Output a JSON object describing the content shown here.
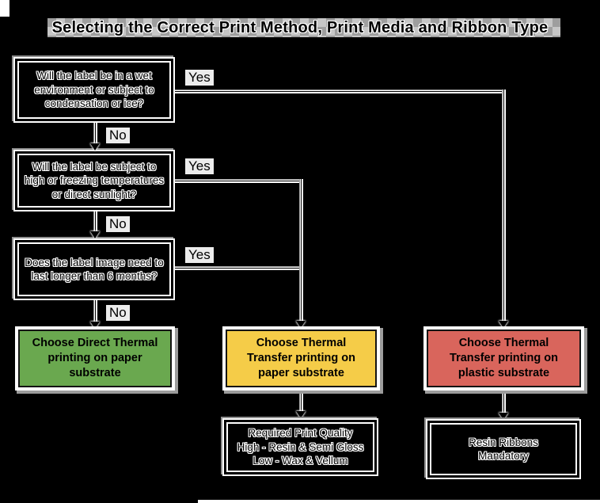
{
  "title": "Selecting the Correct Print Method, Print Media and Ribbon Type",
  "decisions": [
    {
      "question": "Will the label be in a wet environment or subject to condensation or ice?",
      "yes_label": "Yes",
      "no_label": "No"
    },
    {
      "question": "Will the label be subject to high or freezing temperatures or direct sunlight?",
      "yes_label": "Yes",
      "no_label": "No"
    },
    {
      "question": "Does the label image need to last longer than 6 months?",
      "yes_label": "Yes",
      "no_label": "No"
    }
  ],
  "outcomes": [
    {
      "label": "Choose Direct Thermal printing on paper substrate",
      "color": "#6aa84f"
    },
    {
      "label": "Choose Thermal Transfer printing on paper substrate",
      "color": "#f5cc48"
    },
    {
      "label": "Choose Thermal Transfer printing on plastic substrate",
      "color": "#d9655c"
    }
  ],
  "notes": [
    {
      "lines": [
        "Required Print Quality",
        "High - Resin & Semi Gloss",
        "Low - Wax & Vellum"
      ]
    },
    {
      "lines": [
        "Resin Ribbons",
        "Mandatory"
      ]
    }
  ],
  "colors": {
    "background": "#000000",
    "line": "#ffffff",
    "text": "#000000",
    "outcome_green": "#6aa84f",
    "outcome_yellow": "#f5cc48",
    "outcome_red": "#d9655c"
  }
}
